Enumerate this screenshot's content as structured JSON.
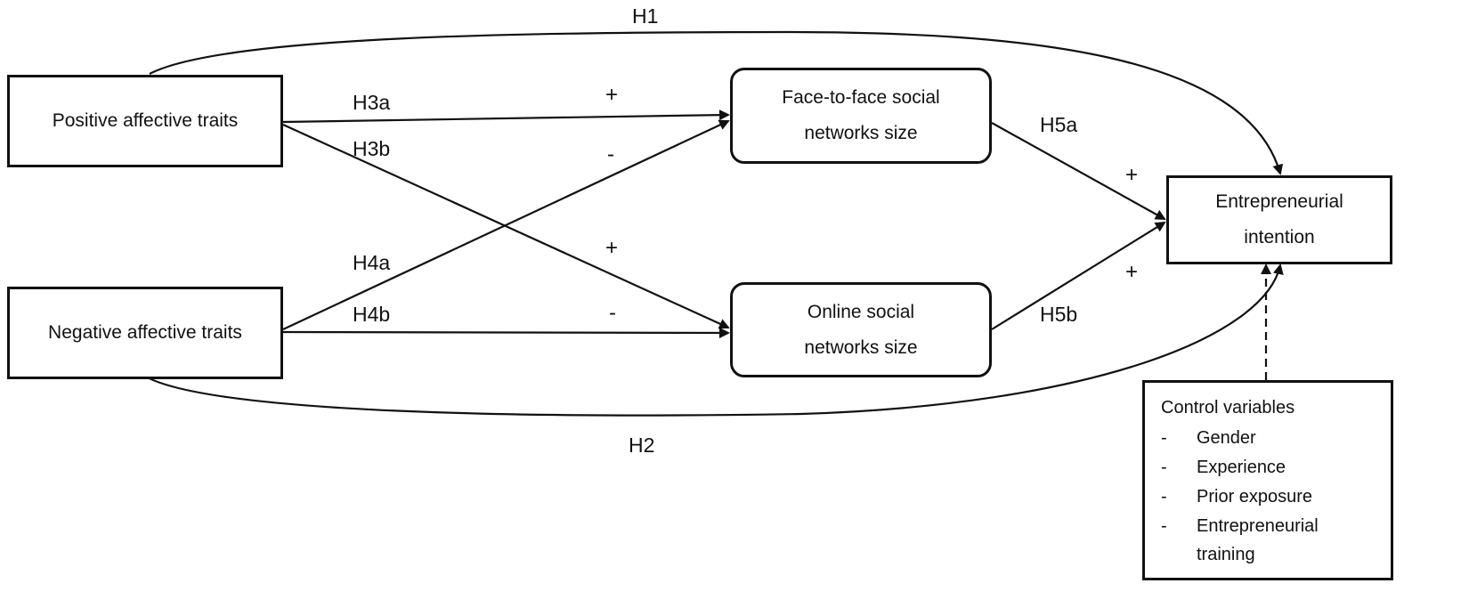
{
  "nodes": {
    "positive": "Positive affective traits",
    "negative": "Negative affective traits",
    "face_line1": "Face-to-face  social",
    "face_line2": "networks size",
    "online_line1": "Online social",
    "online_line2": "networks size",
    "intent_line1": "Entrepreneurial",
    "intent_line2": "intention"
  },
  "control": {
    "title": "Control variables",
    "items": [
      {
        "dash": "-",
        "text": "Gender"
      },
      {
        "dash": "-",
        "text": "Experience"
      },
      {
        "dash": "-",
        "text": "Prior exposure"
      },
      {
        "dash": "-",
        "text": "Entrepreneurial"
      }
    ],
    "last_continuation": "training"
  },
  "hypotheses": {
    "h1": "H1",
    "h2": "H2",
    "h3a": "H3a",
    "h3b": "H3b",
    "h4a": "H4a",
    "h4b": "H4b",
    "h5a": "H5a",
    "h5b": "H5b"
  },
  "signs": {
    "h3a": "+",
    "h3b": "+",
    "h4a": "-",
    "h4b": "-",
    "h5a": "+",
    "h5b": "+"
  }
}
